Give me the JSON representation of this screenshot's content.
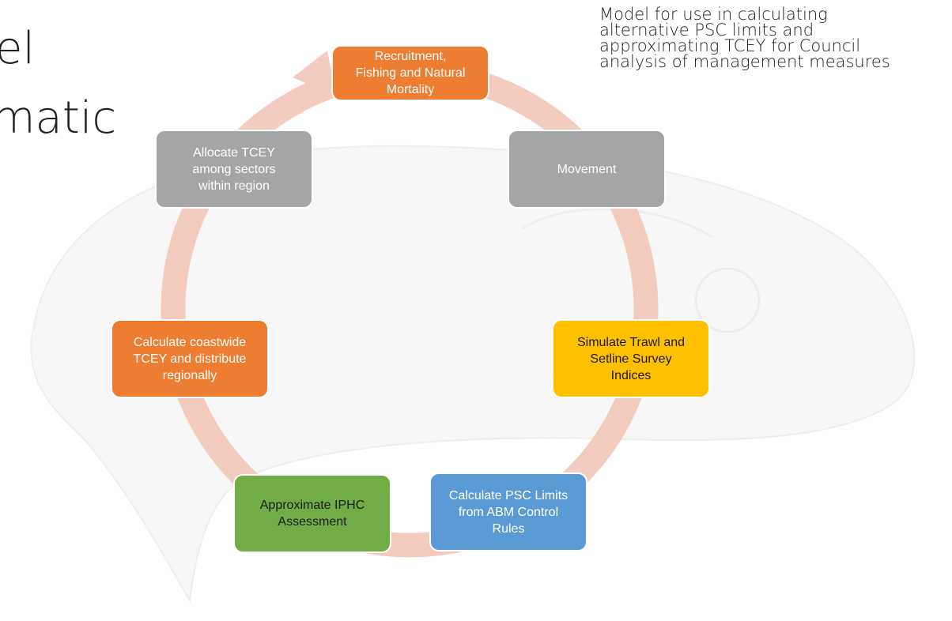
{
  "slide": {
    "title_lines": [
      "el",
      "matic"
    ],
    "note_lines": [
      "Model for use in calculating",
      "alternative PSC limits and",
      "approximating TCEY for Council",
      "analysis of management measures"
    ]
  },
  "cycle": {
    "nodes": [
      {
        "id": "recruitment",
        "lines": [
          "Recruitment,",
          "Fishing and Natural",
          "Mortality"
        ],
        "color": "#ED7D31",
        "text_color": "#ffffff"
      },
      {
        "id": "movement",
        "lines": [
          "Movement"
        ],
        "color": "#A5A5A5",
        "text_color": "#ffffff"
      },
      {
        "id": "simulate",
        "lines": [
          "Simulate Trawl and",
          "Setline Survey",
          "Indices"
        ],
        "color": "#FFC000",
        "text_color": "#1a1a1a"
      },
      {
        "id": "psc-limits",
        "lines": [
          "Calculate PSC Limits",
          "from ABM Control",
          "Rules"
        ],
        "color": "#5B9BD5",
        "text_color": "#ffffff"
      },
      {
        "id": "assessment",
        "lines": [
          "Approximate IPHC",
          "Assessment"
        ],
        "color": "#70AD47",
        "text_color": "#1a1a1a"
      },
      {
        "id": "coastwide",
        "lines": [
          "Calculate coastwide",
          "TCEY and distribute",
          "regionally"
        ],
        "color": "#ED7D31",
        "text_color": "#ffffff"
      },
      {
        "id": "allocate",
        "lines": [
          "Allocate TCEY",
          "among sectors",
          "within region"
        ],
        "color": "#A5A5A5",
        "text_color": "#ffffff"
      }
    ],
    "arrow_color": "#F4CCBF"
  }
}
